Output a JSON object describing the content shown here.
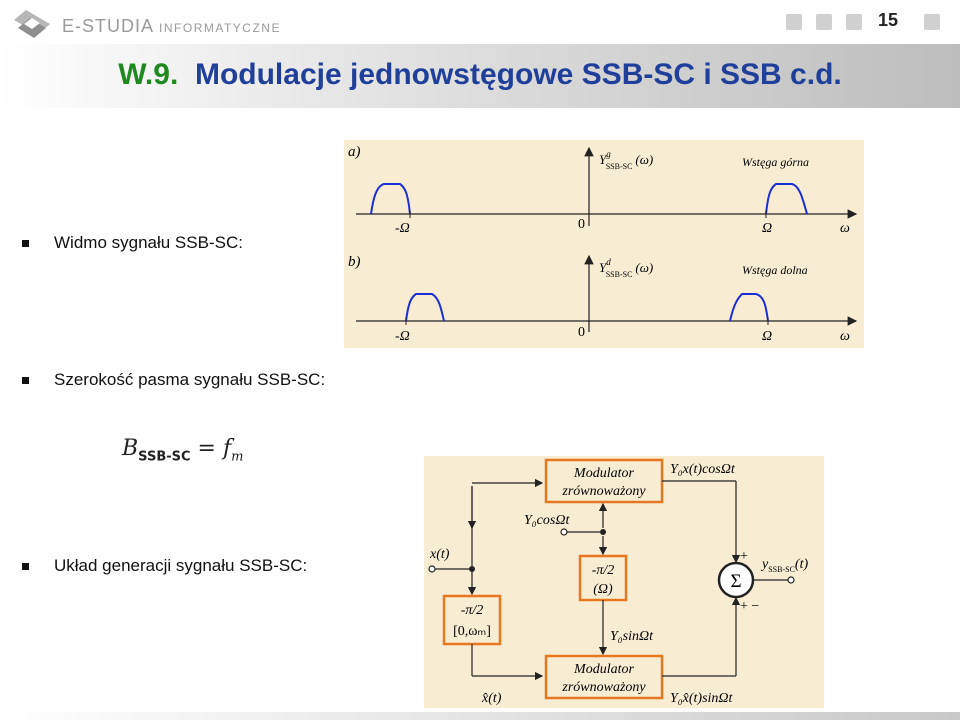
{
  "header": {
    "logo_main": "E-STUDIA",
    "logo_sub": "INFORMATYCZNE",
    "page_number": "15"
  },
  "title": {
    "number": "W.9.",
    "text": "Modulacje jednowstęgowe SSB-SC i SSB c.d."
  },
  "bullets": [
    "Widmo sygnału SSB-SC:",
    "Szerokość pasma sygnału SSB-SC:",
    "Układ generacji sygnału SSB-SC:"
  ],
  "formula": {
    "lhs": "B",
    "lhs_sub": "SSB-SC",
    "eq": "=",
    "rhs": "f",
    "rhs_sub": "m"
  },
  "spectrum": {
    "panel_a": {
      "tag": "a)",
      "ylabel": "Y",
      "ylabel_sup": "g",
      "ylabel_sub": "SSB-SC",
      "ylabel_arg": "(ω)",
      "band_label": "Wstęga górna"
    },
    "panel_b": {
      "tag": "b)",
      "ylabel": "Y",
      "ylabel_sup": "d",
      "ylabel_sub": "SSB-SC",
      "ylabel_arg": "(ω)",
      "band_label": "Wstęga dolna"
    },
    "tick_neg": "-Ω",
    "tick_zero": "0",
    "tick_pos": "Ω",
    "axis_label": "ω",
    "curve_color": "#1a2fd6"
  },
  "block_diagram": {
    "modulator_top": [
      "Modulator",
      "zrównoważony"
    ],
    "modulator_bottom": [
      "Modulator",
      "zrównoważony"
    ],
    "top_output": "Y₀x(t)cosΩt",
    "carrier_cos": "Y₀cosΩt",
    "phase_shift_carrier": [
      "-π/2",
      "(Ω)"
    ],
    "carrier_sin": "Y₀sinΩt",
    "hilbert": [
      "-π/2",
      "[0,ωₘ]"
    ],
    "input": "x(t)",
    "hilbert_out": "x̂(t)",
    "bottom_output": "Y₀x̂(t)sinΩt",
    "sum_symbol": "Σ",
    "sum_plus_top": "+",
    "sum_signs_bottom": "+ −",
    "output": "y",
    "output_sub": "SSB-SC",
    "output_arg": "(t)",
    "box_color": "#e87722"
  },
  "colors": {
    "title_number": "#1f8a1f",
    "title_text": "#1f3f9a",
    "panel_bg": "#f8edd3"
  }
}
